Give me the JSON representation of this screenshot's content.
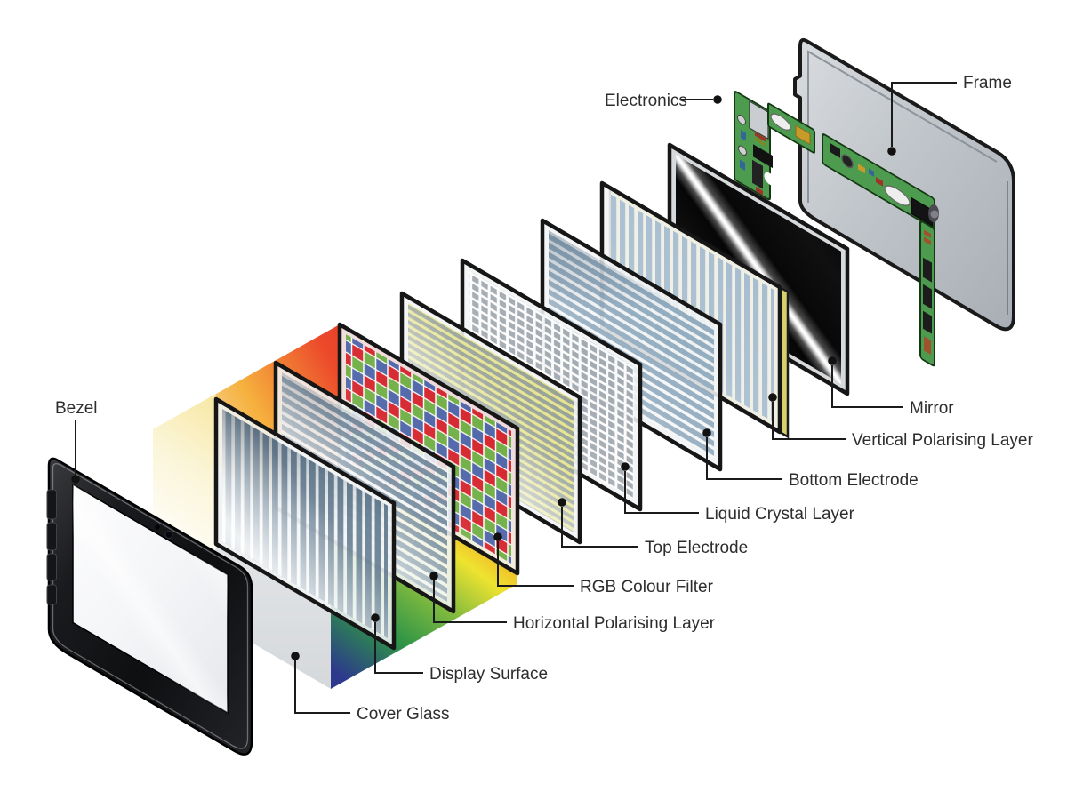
{
  "diagram": {
    "type": "exploded-view",
    "subject": "LCD display assembly layers",
    "layers": [
      {
        "id": "bezel",
        "label": "Bezel",
        "color": "#1b1c1f"
      },
      {
        "id": "cover-glass",
        "label": "Cover Glass",
        "color": "#dcdfe2"
      },
      {
        "id": "display-surface",
        "label": "Display Surface",
        "color": "#3d5a73"
      },
      {
        "id": "horizontal-polarising-layer",
        "label": "Horizontal Polarising Layer",
        "color": "#46647e"
      },
      {
        "id": "rgb-colour-filter",
        "label": "RGB Colour Filter",
        "colors": [
          "#d5232b",
          "#6fae43",
          "#4e64a8"
        ]
      },
      {
        "id": "top-electrode",
        "label": "Top Electrode",
        "color": "#e2de82"
      },
      {
        "id": "liquid-crystal-layer",
        "label": "Liquid Crystal Layer",
        "color": "#969ea6"
      },
      {
        "id": "bottom-electrode",
        "label": "Bottom Electrode",
        "color": "#688ca8"
      },
      {
        "id": "vertical-polarising-layer",
        "label": "Vertical Polarising Layer",
        "color": "#84a5c4"
      },
      {
        "id": "mirror",
        "label": "Mirror",
        "color": "#111111"
      },
      {
        "id": "electronics",
        "label": "Electronics",
        "color": "#4d9b4f"
      },
      {
        "id": "frame",
        "label": "Frame",
        "color": "#c6cbd0"
      }
    ],
    "annotation": {
      "line_color": "#1b1b1b",
      "dot_color": "#111111",
      "text_color": "#2d2d2d"
    },
    "cover_glass_spectrum": [
      "#e73a2c",
      "#f0903c",
      "#f8ecb0",
      "#eee32f",
      "#7db93f",
      "#2e9447",
      "#283a8e"
    ]
  }
}
